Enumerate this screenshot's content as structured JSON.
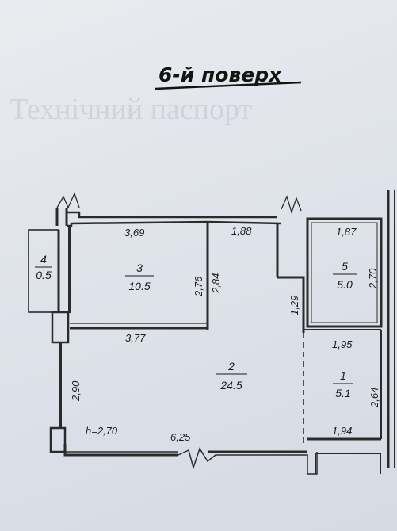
{
  "floor_title": "6-й поверх",
  "background_text": {
    "heading": "Технічний паспорт"
  },
  "ceiling_height": "h=2,70",
  "rooms": [
    {
      "number": "1",
      "area": "5.1"
    },
    {
      "number": "2",
      "area": "24.5"
    },
    {
      "number": "3",
      "area": "10.5"
    },
    {
      "number": "4",
      "area": "0.5"
    },
    {
      "number": "5",
      "area": "5.0"
    }
  ],
  "dimensions": {
    "room3_top": "3,69",
    "room3_bottom": "3,77",
    "room3_right": "2,76",
    "room2_top": "1,88",
    "room2_left": "2,84",
    "room2_right_upper": "1,29",
    "room2_bottom": "6,25",
    "left_wall": "2,90",
    "room5_top": "1,87",
    "room5_right": "2,70",
    "room1_top": "1,95",
    "room1_right": "2,64",
    "room1_bottom": "1,94"
  },
  "colors": {
    "wall": "#2b2b2b",
    "ink": "#1b1b1b"
  }
}
